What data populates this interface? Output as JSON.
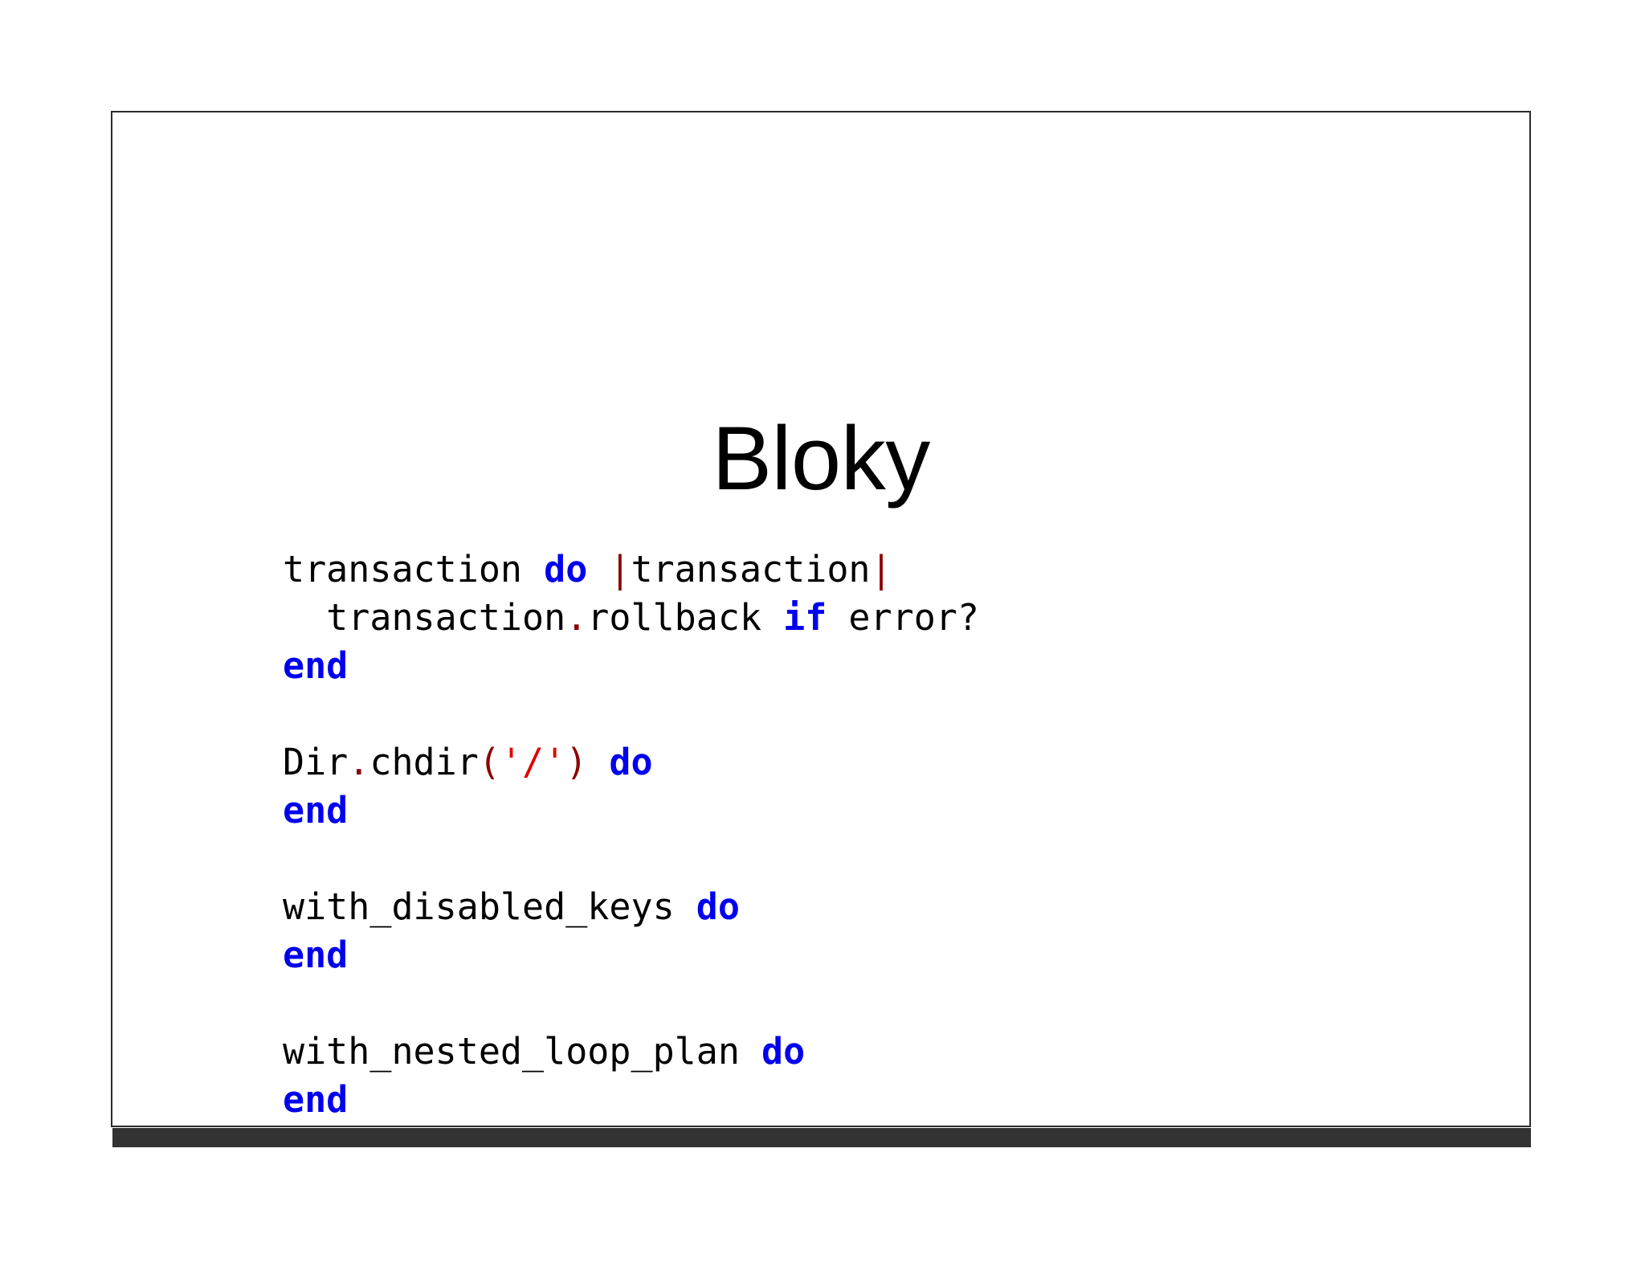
{
  "slide": {
    "title": "Bloky",
    "background_color": "#ffffff",
    "border_color": "#2b2b2b",
    "bottom_bar_color": "#333333"
  },
  "colors": {
    "keyword": "#0000ee",
    "punctuation": "#8b0000",
    "string": "#e00000",
    "plain": "#000000"
  },
  "code": {
    "language": "ruby",
    "plain_text": "transaction do |transaction|\n  transaction.rollback if error?\nend\n\nDir.chdir('/') do\nend\n\nwith_disabled_keys do\nend\n\nwith_nested_loop_plan do\nend",
    "lines": [
      {
        "id": "line-1",
        "tokens": [
          {
            "t": "transaction ",
            "k": "plain"
          },
          {
            "t": "do",
            "k": "keyword"
          },
          {
            "t": " ",
            "k": "plain"
          },
          {
            "t": "|",
            "k": "punct"
          },
          {
            "t": "transaction",
            "k": "plain"
          },
          {
            "t": "|",
            "k": "punct"
          }
        ]
      },
      {
        "id": "line-2",
        "tokens": [
          {
            "t": "  transaction",
            "k": "plain"
          },
          {
            "t": ".",
            "k": "punct"
          },
          {
            "t": "rollback ",
            "k": "plain"
          },
          {
            "t": "if",
            "k": "keyword"
          },
          {
            "t": " error?",
            "k": "plain"
          }
        ]
      },
      {
        "id": "line-3",
        "tokens": [
          {
            "t": "end",
            "k": "keyword"
          }
        ]
      },
      {
        "id": "line-4",
        "tokens": []
      },
      {
        "id": "line-5",
        "tokens": [
          {
            "t": "Dir",
            "k": "plain"
          },
          {
            "t": ".",
            "k": "punct"
          },
          {
            "t": "chdir",
            "k": "plain"
          },
          {
            "t": "(",
            "k": "punct"
          },
          {
            "t": "'/'",
            "k": "string"
          },
          {
            "t": ")",
            "k": "punct"
          },
          {
            "t": " ",
            "k": "plain"
          },
          {
            "t": "do",
            "k": "keyword"
          }
        ]
      },
      {
        "id": "line-6",
        "tokens": [
          {
            "t": "end",
            "k": "keyword"
          }
        ]
      },
      {
        "id": "line-7",
        "tokens": []
      },
      {
        "id": "line-8",
        "tokens": [
          {
            "t": "with_disabled_keys ",
            "k": "plain"
          },
          {
            "t": "do",
            "k": "keyword"
          }
        ]
      },
      {
        "id": "line-9",
        "tokens": [
          {
            "t": "end",
            "k": "keyword"
          }
        ]
      },
      {
        "id": "line-10",
        "tokens": []
      },
      {
        "id": "line-11",
        "tokens": [
          {
            "t": "with_nested_loop_plan ",
            "k": "plain"
          },
          {
            "t": "do",
            "k": "keyword"
          }
        ]
      },
      {
        "id": "line-12",
        "tokens": [
          {
            "t": "end",
            "k": "keyword"
          }
        ]
      }
    ]
  }
}
